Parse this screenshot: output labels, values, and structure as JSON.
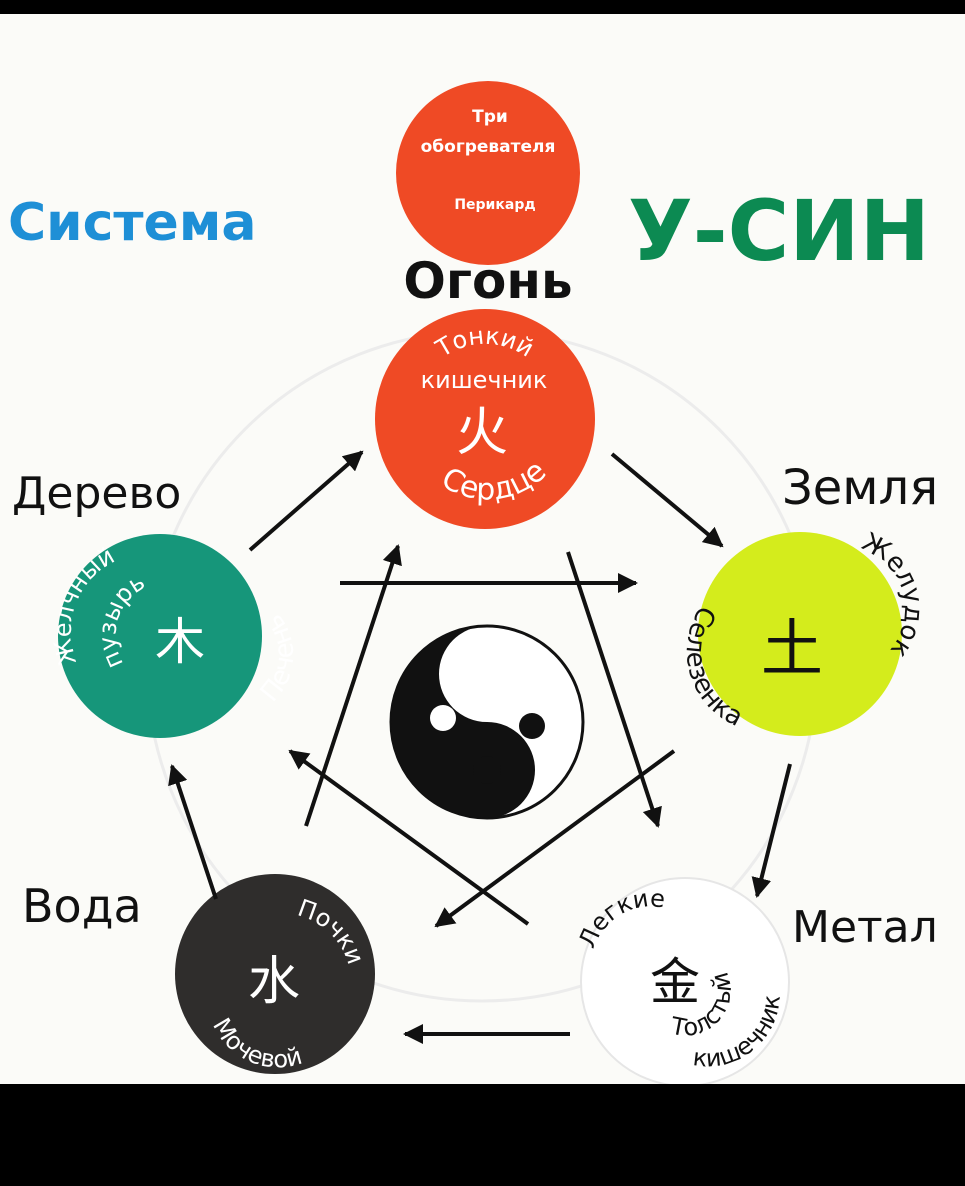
{
  "title": {
    "left": "Система",
    "right": "У-СИН",
    "left_color": "#1e8fd6",
    "right_color": "#0c8a52"
  },
  "elements": {
    "fire": {
      "name": "Огонь",
      "top_organs": [
        "Три",
        "обогревателя",
        "Перикард"
      ],
      "organs": [
        "Тонкий",
        "кишечник",
        "Сердце"
      ],
      "glyph": "火",
      "color": "#ef4a25"
    },
    "earth": {
      "name": "Земля",
      "organs": [
        "Желудок",
        "Селезенка"
      ],
      "glyph": "土",
      "color": "#d4ec1c"
    },
    "metal": {
      "name": "Метал",
      "organs": [
        "Легкие",
        "Толстый",
        "кишечник"
      ],
      "glyph": "金",
      "color": "#ffffff"
    },
    "water": {
      "name": "Вода",
      "organs": [
        "Почки",
        "Мочевой"
      ],
      "glyph": "水",
      "color": "#2f2d2c"
    },
    "wood": {
      "name": "Дерево",
      "organs": [
        "Желчный",
        "пузырь",
        "Печень"
      ],
      "glyph": "木",
      "color": "#16967a"
    }
  }
}
